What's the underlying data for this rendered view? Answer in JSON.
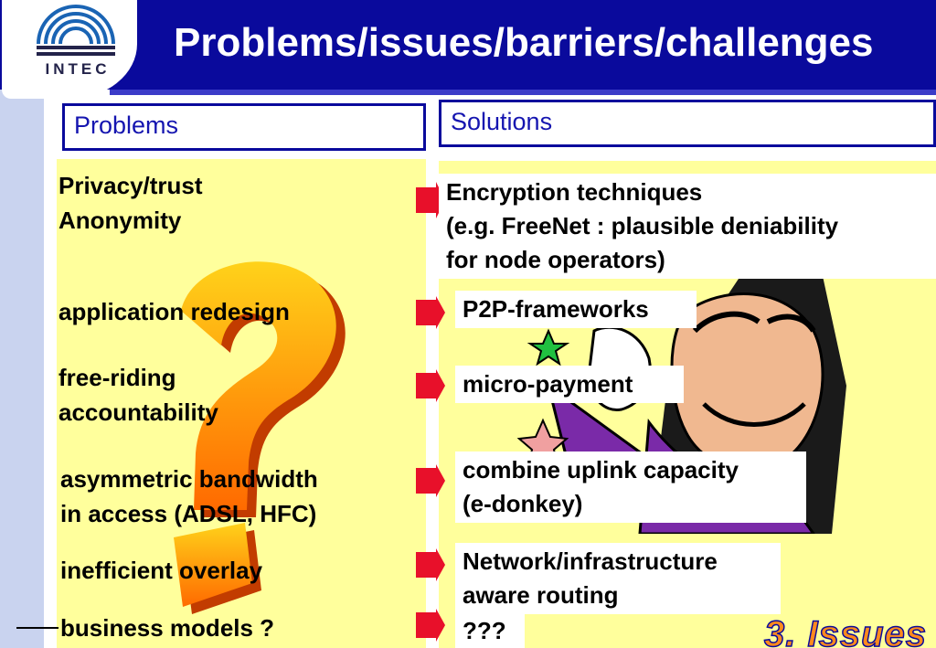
{
  "logo": {
    "text": "INTEC"
  },
  "title": "Problems/issues/barriers/challenges",
  "headers": {
    "problems": "Problems",
    "solutions": "Solutions"
  },
  "problems": [
    {
      "line1": "Privacy/trust",
      "line2": "Anonymity"
    },
    {
      "line1": "application redesign"
    },
    {
      "line1": "free-riding",
      "line2": "accountability"
    },
    {
      "line1": "asymmetric bandwidth",
      "line2": "in access (ADSL, HFC)"
    },
    {
      "line1": "inefficient overlay"
    },
    {
      "line1": "business models ?"
    }
  ],
  "solutions": [
    {
      "line1": "Encryption techniques",
      "line2": "(e.g. FreeNet : plausible deniability",
      "line3": "for node operators)"
    },
    {
      "line1": "P2P-frameworks"
    },
    {
      "line1": "micro-payment"
    },
    {
      "line1": "combine uplink capacity",
      "line2": "(e-donkey)"
    },
    {
      "line1": "Network/infrastructure",
      "line2": "aware routing"
    },
    {
      "line1": "???"
    }
  ],
  "footer": "3. Issues",
  "colors": {
    "header_band": "#0a0a9c",
    "panel_yellow": "#ffff9c",
    "arrow_red": "#e8102a",
    "side_strip": "#c9d3ef",
    "footer_orange": "#ff8a1c"
  }
}
